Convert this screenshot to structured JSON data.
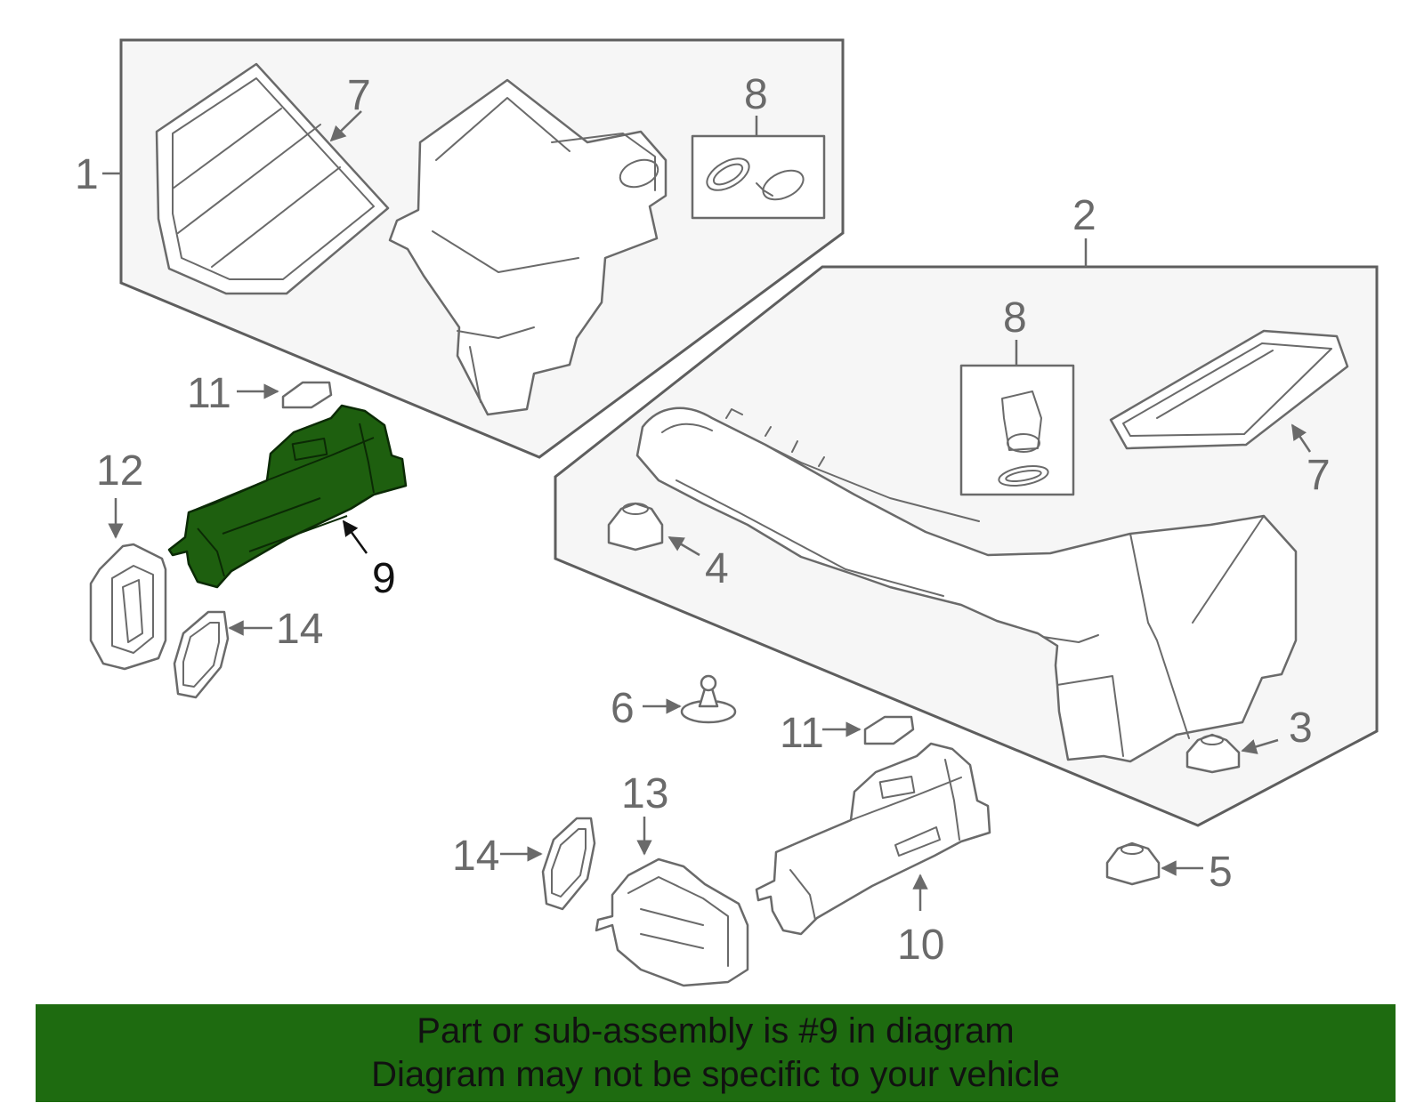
{
  "colors": {
    "highlight": "#1e5f0f",
    "banner_bg": "#1e6b10",
    "line": "#6a6a6a",
    "panel_bg": "#f6f6f6"
  },
  "diagram": {
    "highlighted_part": "9",
    "callouts": {
      "c1": "1",
      "c2": "2",
      "c3": "3",
      "c4": "4",
      "c5": "5",
      "c6": "6",
      "c7a": "7",
      "c7b": "7",
      "c8a": "8",
      "c8b": "8",
      "c9": "9",
      "c10": "10",
      "c11a": "11",
      "c11b": "11",
      "c12": "12",
      "c13": "13",
      "c14a": "14",
      "c14b": "14"
    }
  },
  "banner": {
    "line1": "Part or sub-assembly is #9 in diagram",
    "line2": "Diagram may not be specific to your vehicle"
  }
}
